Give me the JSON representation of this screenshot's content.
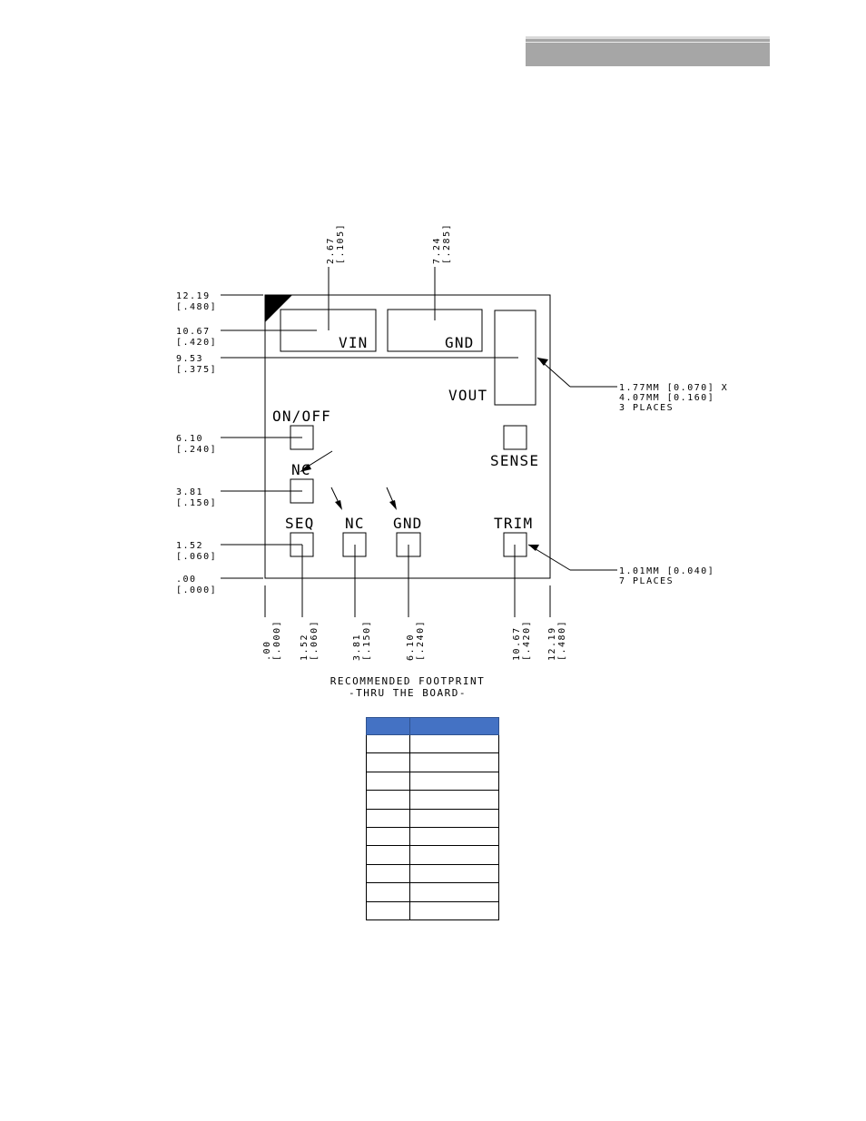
{
  "header_bar": {
    "color": "#a6a6a6"
  },
  "footprint": {
    "pads": {
      "vin": "VIN",
      "gnd_top": "GND",
      "vout": "VOUT",
      "on_off": "ON/OFF",
      "nc_left": "NC",
      "sense": "SENSE",
      "seq": "SEQ",
      "nc_bottom": "NC",
      "gnd_bottom": "GND",
      "trim": "TRIM"
    },
    "left_dims": [
      {
        "mm": "12.19",
        "in": "[.480]"
      },
      {
        "mm": "10.67",
        "in": "[.420]"
      },
      {
        "mm": "9.53",
        "in": "[.375]"
      },
      {
        "mm": "6.10",
        "in": "[.240]"
      },
      {
        "mm": "3.81",
        "in": "[.150]"
      },
      {
        "mm": "1.52",
        "in": "[.060]"
      },
      {
        "mm": ".00",
        "in": "[.000]"
      }
    ],
    "top_dims": [
      {
        "mm": "2.67",
        "in": "[.105]"
      },
      {
        "mm": "7.24",
        "in": "[.285]"
      }
    ],
    "bottom_dims": [
      {
        "mm": ".00",
        "in": "[.000]"
      },
      {
        "mm": "1.52",
        "in": "[.060]"
      },
      {
        "mm": "3.81",
        "in": "[.150]"
      },
      {
        "mm": "6.10",
        "in": "[.240]"
      },
      {
        "mm": "10.67",
        "in": "[.420]"
      },
      {
        "mm": "12.19",
        "in": "[.480]"
      }
    ],
    "note_large": [
      "1.77MM [0.070] X",
      "4.07MM [0.160]",
      "3 PLACES"
    ],
    "note_small": [
      "1.01MM [0.040]",
      "7 PLACES"
    ],
    "caption": [
      "RECOMMENDED FOOTPRINT",
      "-THRU THE BOARD-"
    ]
  },
  "table": {
    "header_color": "#4472c4",
    "header": [
      "",
      ""
    ],
    "rows": [
      [
        "",
        ""
      ],
      [
        "",
        ""
      ],
      [
        "",
        ""
      ],
      [
        "",
        ""
      ],
      [
        "",
        ""
      ],
      [
        "",
        ""
      ],
      [
        "",
        ""
      ],
      [
        "",
        ""
      ],
      [
        "",
        ""
      ],
      [
        "",
        ""
      ]
    ]
  }
}
